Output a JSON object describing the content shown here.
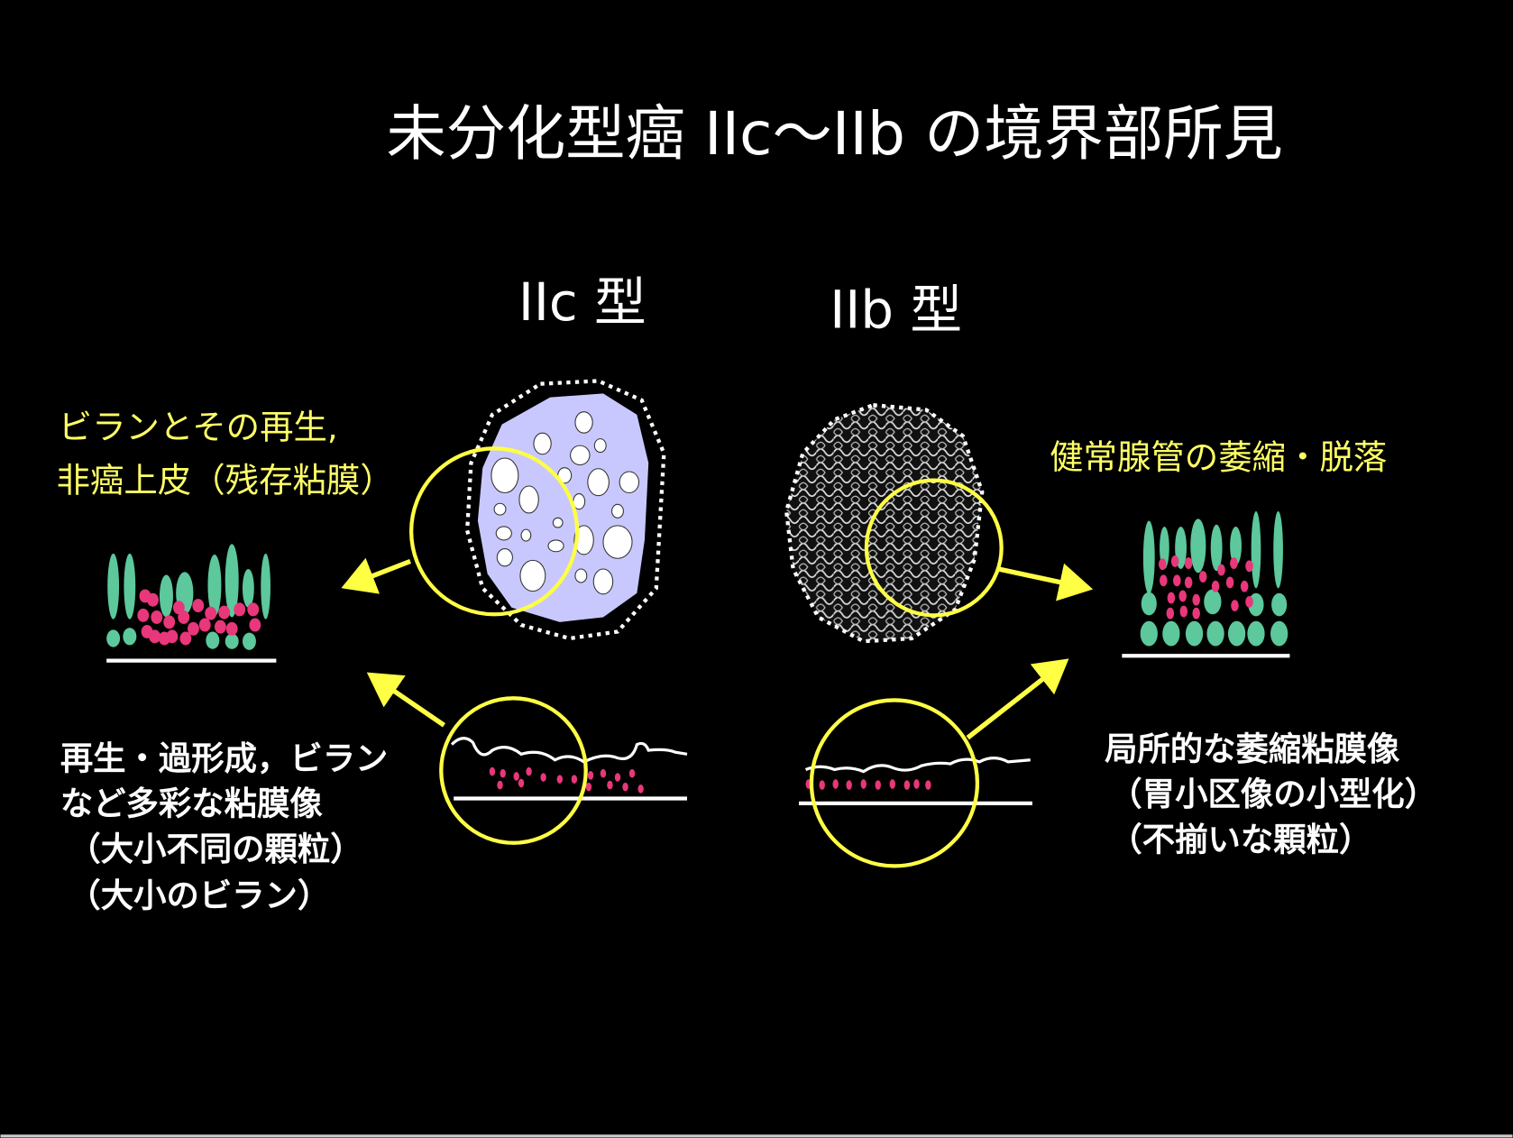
{
  "title": "未分化型癌 IIc〜IIb の境界部所見",
  "types": {
    "iic": "IIc 型",
    "iib": "IIb 型"
  },
  "left_yellow": [
    "ビランとその再生,",
    "非癌上皮（残存粘膜）"
  ],
  "left_white": [
    "再生・過形成，ビラン",
    "など多彩な粘膜像",
    "（大小不同の顆粒）",
    "（大小のビラン）"
  ],
  "right_yellow": "健常腺管の萎縮・脱落",
  "right_white": [
    "局所的な萎縮粘膜像",
    "（胃小区像の小型化）",
    "（不揃いな顆粒）"
  ],
  "colors": {
    "background": "#000000",
    "highlight": "#ffff44",
    "lesion": "#c8c8ff",
    "gland": "#5cc89c",
    "cell": "#e8377a"
  }
}
